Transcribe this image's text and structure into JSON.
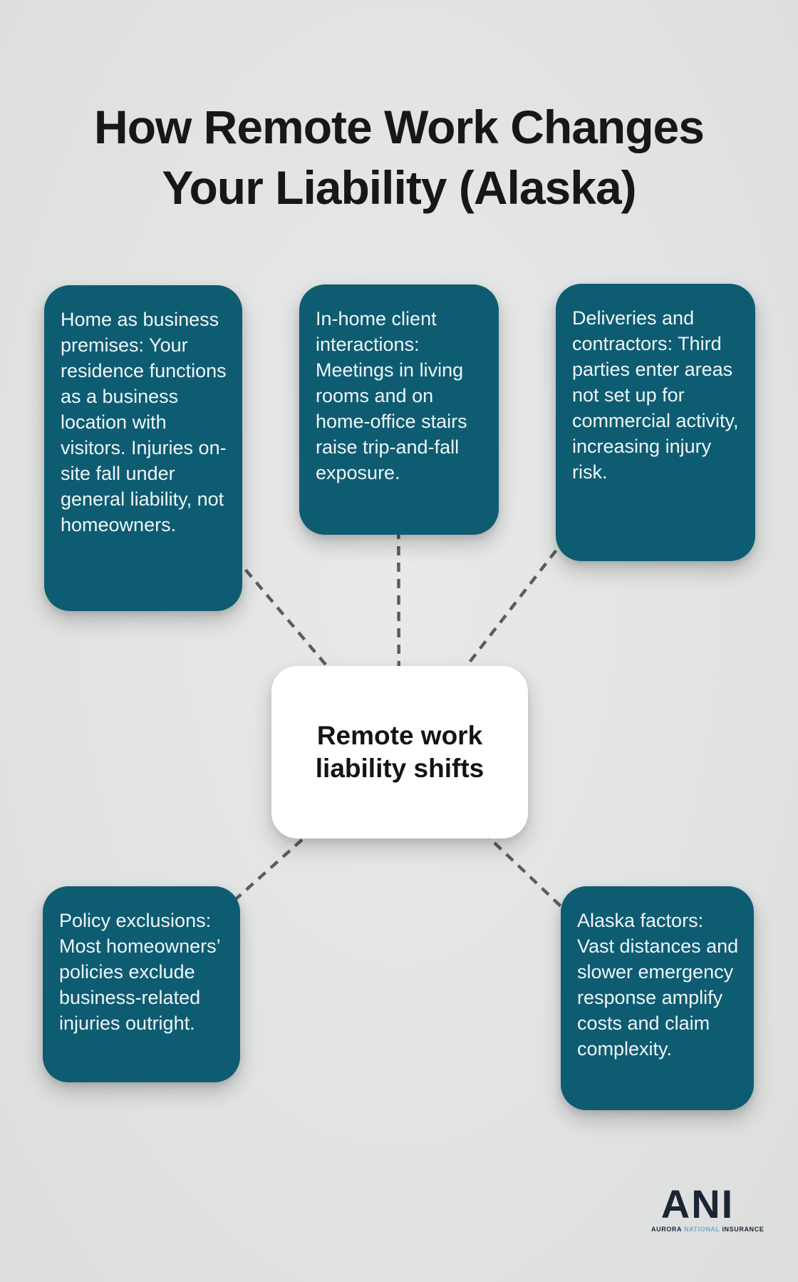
{
  "poster": {
    "title": {
      "line1": "How Remote Work Changes",
      "line2": "Your Liability (Alaska)"
    },
    "center_node": {
      "label": "Remote work liability shifts"
    },
    "nodes": [
      {
        "id": "home-as-business-premises",
        "text": "Home as business premises: Your residence functions as a business location with visitors. Injuries on-site fall under general liability, not homeowners."
      },
      {
        "id": "in-home-client-interactions",
        "text": "In-home client interactions: Meetings in living rooms and on home-office stairs raise trip-and-fall exposure."
      },
      {
        "id": "deliveries-and-contractors",
        "text": "Deliveries and contractors: Third parties enter areas not set up for commercial activity, increasing injury risk."
      },
      {
        "id": "policy-exclusions",
        "text": "Policy exclusions: Most homeowners’ policies exclude business-related injuries outright."
      },
      {
        "id": "alaska-factors",
        "text": "Alaska factors: Vast distances and slower emergency response amplify costs and claim complexity."
      }
    ],
    "logo": {
      "acronym": "ANI",
      "tagline_word1": "AURORA",
      "tagline_word2": "NATIONAL",
      "tagline_word3": "INSURANCE"
    },
    "colors": {
      "background": "#e2e3e3",
      "node_background": "#0e5c72",
      "node_text": "#eff6f8",
      "center_background": "#ffffff",
      "title_text": "#171717",
      "connector": "#5d5d5d",
      "logo_dark": "#1b2533",
      "logo_accent": "#78aac9"
    }
  }
}
